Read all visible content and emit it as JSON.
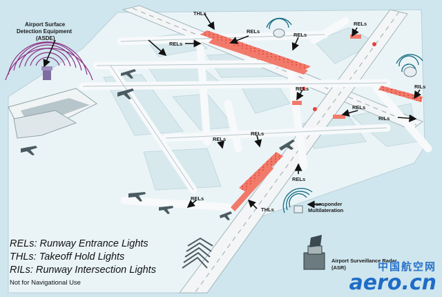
{
  "labels": {
    "asde_line1": "Airport Surface",
    "asde_line2": "Detection Equipment",
    "asde_line3": "(ASDE)",
    "thls": "THLs",
    "rels": "RELs",
    "rils": "RILs",
    "transponder_line1": "Transponder",
    "transponder_line2": "Multilateration",
    "asr_line1": "Airport Surveillance Radar",
    "asr_line2": "(ASR)"
  },
  "legend": {
    "rels": "RELs: Runway Entrance Lights",
    "thls": "THLs: Takeoff Hold Lights",
    "rils": "RILs: Runway Intersection Lights",
    "note": "Not for Navigational Use"
  },
  "watermark": {
    "chinese": "中国航空网",
    "site": "aero.cn"
  },
  "colors": {
    "background": "#cfe6ee",
    "ground": "#eaf4f7",
    "grass": "#d6e7ec",
    "runway": "#f4f6f7",
    "lights": "#f17a6a",
    "light_dot": "#e2413a",
    "asde_rings": "#8b2f83",
    "radar_waves": "#1a6f86",
    "watermark": "#1f6cc6"
  },
  "icons": [
    "airplane-icon",
    "radar-dish-icon",
    "terminal-building-icon",
    "arrow-icon"
  ]
}
